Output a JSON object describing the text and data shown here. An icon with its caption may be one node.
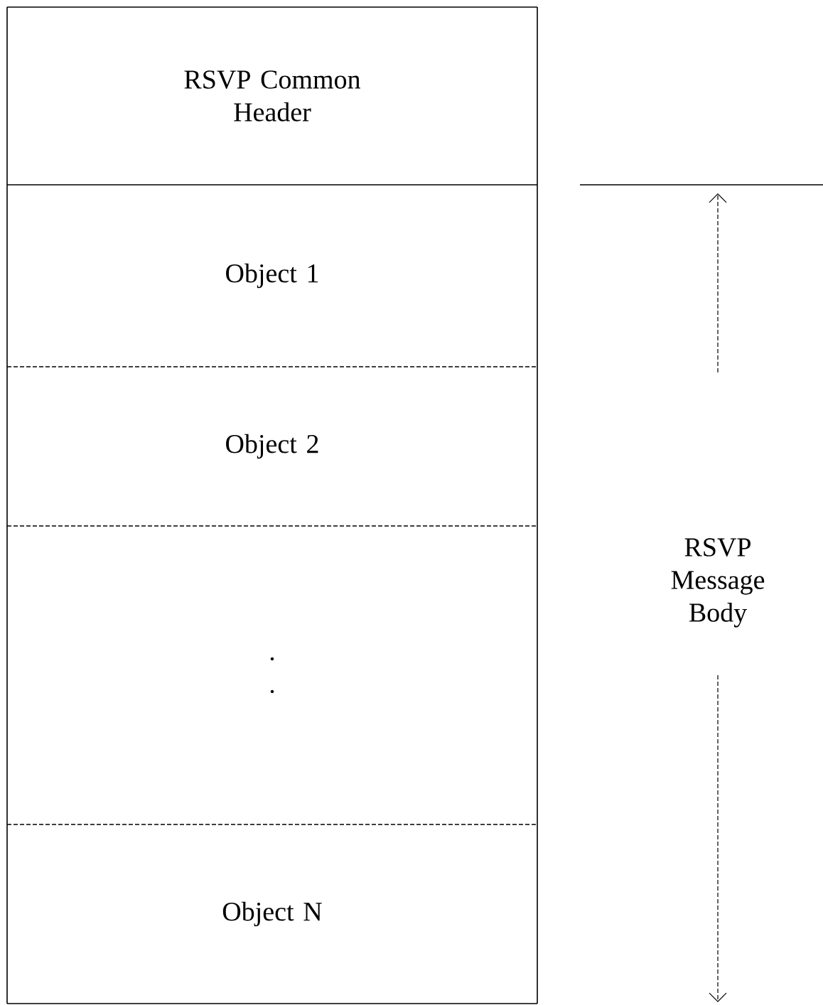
{
  "diagram": {
    "nodes": [
      {
        "text": [
          "RSVP Common Header"
        ]
      },
      {
        "text": [
          "Object 1"
        ]
      },
      {
        "text": [
          "Object 2"
        ]
      },
      {
        "text": [
          ". ."
        ]
      },
      {
        "text": [
          "Object N"
        ]
      }
    ],
    "labels": [
      "RSVP Message Body"
    ]
  }
}
